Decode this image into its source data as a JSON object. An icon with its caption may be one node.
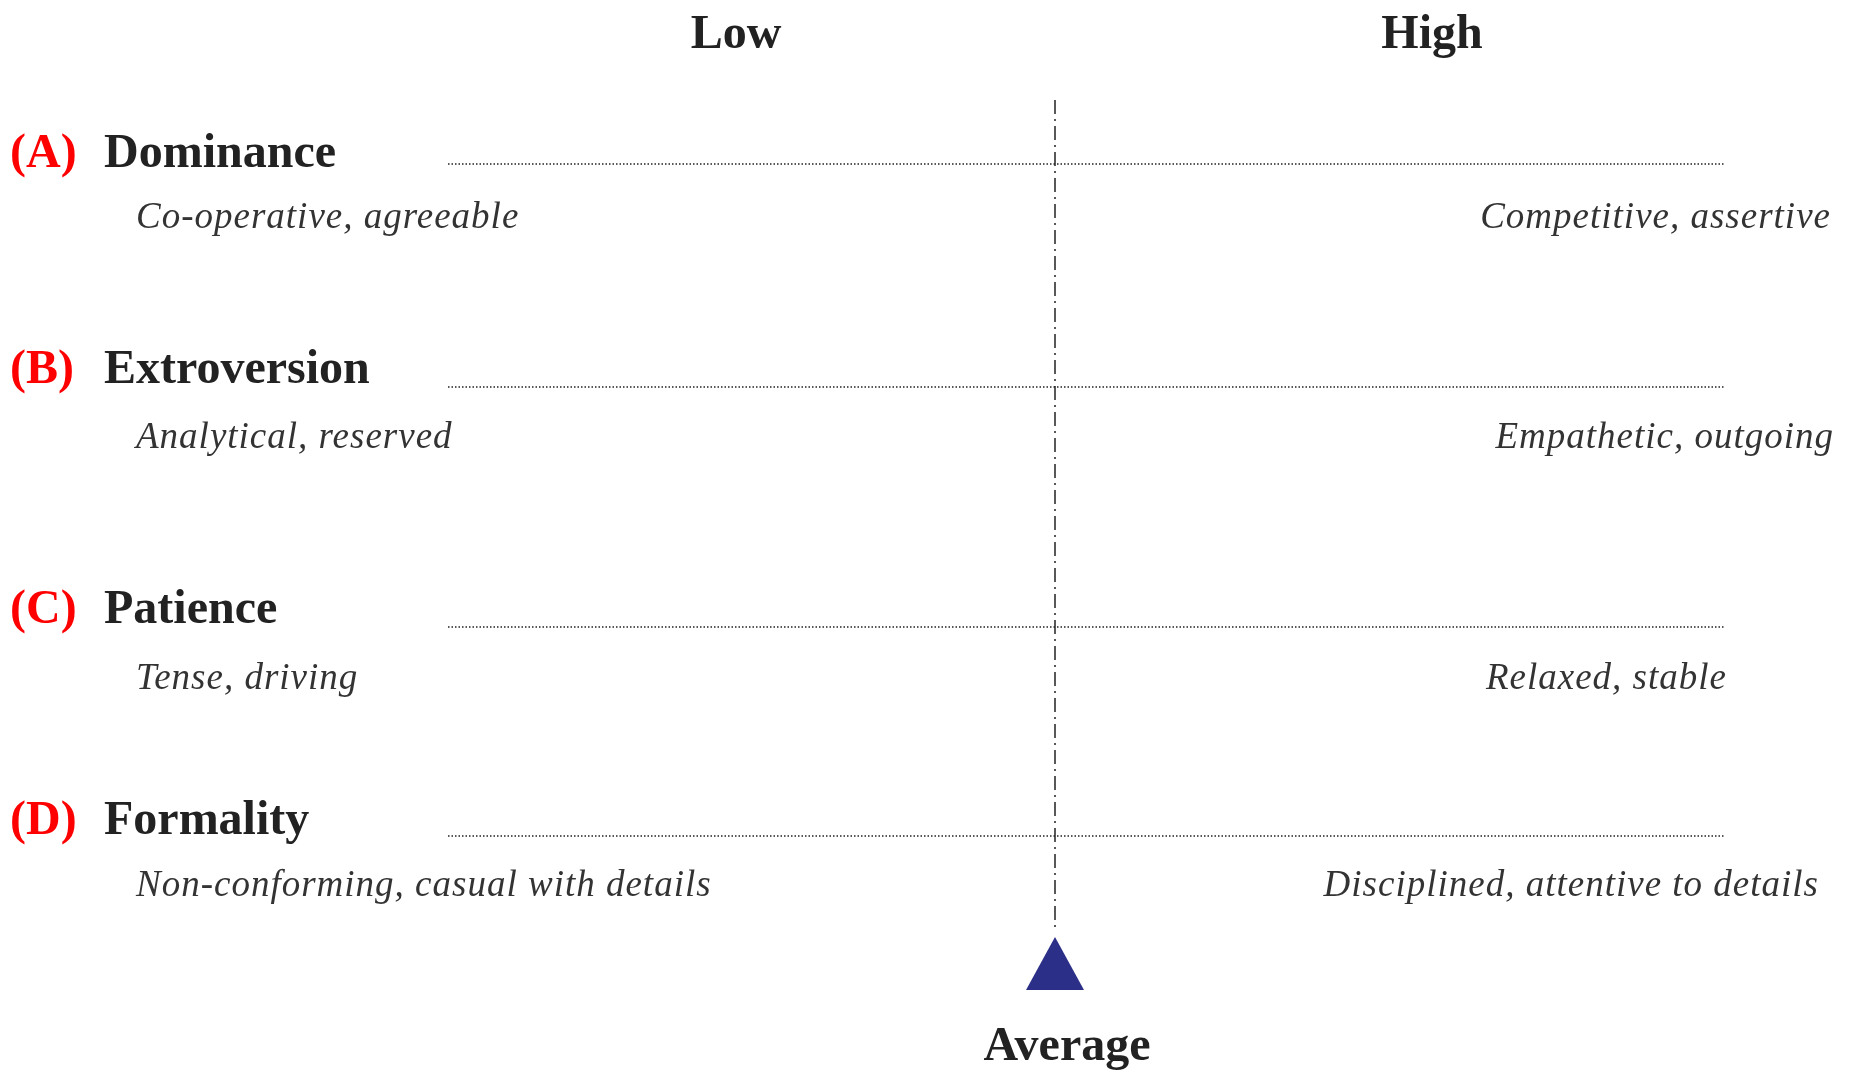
{
  "diagram": {
    "labels": [
      "Low",
      "High",
      "(A)",
      "Dominance",
      "Co-operative, agreeable",
      "Competitive, assertive",
      "(B)",
      "Extroversion",
      "Analytical, reserved",
      "Empathetic, outgoing",
      "(C)",
      "Patience",
      "Tense, driving",
      "Relaxed, stable",
      "(D)",
      "Formality",
      "Non-conforming, casual with details",
      "Disciplined, attentive to details",
      "Average"
    ]
  }
}
